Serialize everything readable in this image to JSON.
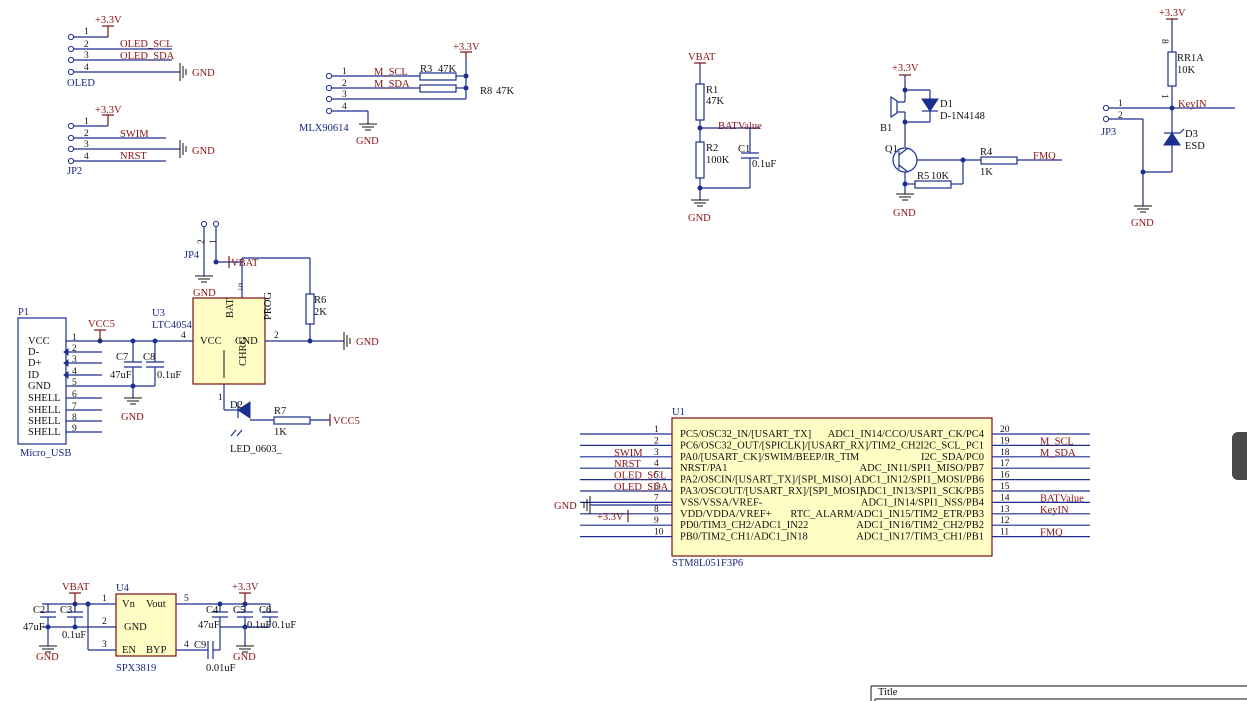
{
  "nets": {
    "v33": "+3.3V",
    "gnd": "GND",
    "vbat": "VBAT",
    "vcc5": "VCC5",
    "oled_scl": "OLED_SCL",
    "oled_sda": "OLED_SDA",
    "swim": "SWIM",
    "nrst": "NRST",
    "m_scl": "M_SCL",
    "m_sda": "M_SDA",
    "batvalue": "BATValue",
    "fmq": "FMQ",
    "keyin": "KeyIN"
  },
  "connectors": {
    "oled": {
      "ref": "OLED",
      "pins": [
        "1",
        "2",
        "3",
        "4"
      ]
    },
    "jp2": {
      "ref": "JP2",
      "pins": [
        "1",
        "2",
        "3",
        "4"
      ]
    },
    "mlx": {
      "ref": "MLX90614",
      "pins": [
        "1",
        "2",
        "3",
        "4"
      ]
    },
    "jp3": {
      "ref": "JP3",
      "pins": [
        "1",
        "2"
      ]
    },
    "jp4": {
      "ref": "JP4",
      "pins": [
        "2",
        "1"
      ]
    },
    "p1": {
      "ref": "P1",
      "value": "Micro_USB",
      "pin_names": [
        "VCC",
        "D-",
        "D+",
        "ID",
        "GND",
        "SHELL",
        "SHELL",
        "SHELL",
        "SHELL"
      ],
      "pin_numbers": [
        "1",
        "2",
        "3",
        "4",
        "5",
        "6",
        "7",
        "8",
        "9"
      ]
    }
  },
  "components": {
    "r3": {
      "ref": "R3",
      "value": "47K"
    },
    "r8": {
      "ref": "R8",
      "value": "47K"
    },
    "r1": {
      "ref": "R1",
      "value": "47K"
    },
    "r2": {
      "ref": "R2",
      "value": "100K"
    },
    "c1": {
      "ref": "C1",
      "value": "0.1uF"
    },
    "b1": {
      "ref": "B1"
    },
    "d1": {
      "ref": "D1",
      "value": "D-1N4148"
    },
    "q1": {
      "ref": "Q1"
    },
    "r4": {
      "ref": "R4",
      "value": "1K"
    },
    "r5": {
      "ref": "R5",
      "value": "10K"
    },
    "rr1a": {
      "ref": "RR1A",
      "value": "10K",
      "pin_top": "8",
      "pin_bottom": "1"
    },
    "d3": {
      "ref": "D3",
      "value": "ESD"
    },
    "u3": {
      "ref": "U3",
      "value": "LTC4054",
      "pin_bat": "BAT",
      "pin_prog": "PROG",
      "pin_vcc": "VCC",
      "pin_gnd": "GND",
      "pin_chrg": "CHRG",
      "n_bat": "5",
      "n_vcc": "4",
      "n_gnd": "2",
      "n_chrg": "1"
    },
    "r6": {
      "ref": "R6",
      "value": "2K"
    },
    "c7": {
      "ref": "C7",
      "value": "47uF"
    },
    "c8": {
      "ref": "C8",
      "value": "0.1uF"
    },
    "d2": {
      "ref": "D2",
      "value": "LED_0603_"
    },
    "r7": {
      "ref": "R7",
      "value": "1K"
    },
    "u4": {
      "ref": "U4",
      "value": "SPX3819",
      "pin_vn": "Vn",
      "pin_vout": "Vout",
      "pin_gnd": "GND",
      "pin_en": "EN",
      "pin_byp": "BYP",
      "n1": "1",
      "n2": "2",
      "n3": "3",
      "n4": "4",
      "n5": "5"
    },
    "c2": {
      "ref": "C2",
      "value": "47uF"
    },
    "c3": {
      "ref": "C3",
      "value": "0.1uF"
    },
    "c4": {
      "ref": "C4",
      "value": "47uF"
    },
    "c5": {
      "ref": "C5",
      "value": "0.1uF"
    },
    "c6": {
      "ref": "C6",
      "value": "0.1uF"
    },
    "c9": {
      "ref": "C9",
      "value": "0.01uF"
    }
  },
  "mcu": {
    "ref": "U1",
    "value": "STM8L051F3P6",
    "left_pins": [
      {
        "num": "1",
        "name": "PC5/OSC32_IN/[USART_TX]",
        "net": ""
      },
      {
        "num": "2",
        "name": "PC6/OSC32_OUT/[SPICLK]/[USART_RX]/TIM2_CH2",
        "net": ""
      },
      {
        "num": "3",
        "name": "PA0/[USART_CK]/SWIM/BEEP/IR_TIM",
        "net": "SWIM"
      },
      {
        "num": "4",
        "name": "NRST/PA1",
        "net": "NRST"
      },
      {
        "num": "5",
        "name": "PA2/OSCIN/[USART_TX]/[SPI_MISO]",
        "net": "OLED_SCL"
      },
      {
        "num": "6",
        "name": "PA3/OSCOUT/[USART_RX]/[SPI_MOSI]",
        "net": "OLED_SDA"
      },
      {
        "num": "7",
        "name": "VSS/VSSA/VREF-",
        "net": "GND"
      },
      {
        "num": "8",
        "name": "VDD/VDDA/VREF+",
        "net": "+3.3V"
      },
      {
        "num": "9",
        "name": "PD0/TIM3_CH2/ADC1_IN22",
        "net": ""
      },
      {
        "num": "10",
        "name": "PB0/TIM2_CH1/ADC1_IN18",
        "net": ""
      }
    ],
    "right_pins": [
      {
        "num": "20",
        "name": "ADC1_IN14/CCO/USART_CK/PC4",
        "net": ""
      },
      {
        "num": "19",
        "name": "I2C_SCL_PC1",
        "net": "M_SCL"
      },
      {
        "num": "18",
        "name": "I2C_SDA/PC0",
        "net": "M_SDA"
      },
      {
        "num": "17",
        "name": "ADC_IN11/SPI1_MISO/PB7",
        "net": ""
      },
      {
        "num": "16",
        "name": "ADC1_IN12/SPI1_MOSI/PB6",
        "net": ""
      },
      {
        "num": "15",
        "name": "ADC1_IN13/SPI1_SCK/PB5",
        "net": ""
      },
      {
        "num": "14",
        "name": "ADC1_IN14/SPI1_NSS/PB4",
        "net": "BATValue"
      },
      {
        "num": "13",
        "name": "RTC_ALARM/ADC1_IN15/TIM2_ETR/PB3",
        "net": "KeyIN"
      },
      {
        "num": "12",
        "name": "ADC1_IN16/TIM2_CH2/PB2",
        "net": ""
      },
      {
        "num": "11",
        "name": "ADC1_IN17/TIM3_CH1/PB1",
        "net": "FMQ"
      }
    ]
  },
  "title_block": {
    "label": "Title"
  }
}
